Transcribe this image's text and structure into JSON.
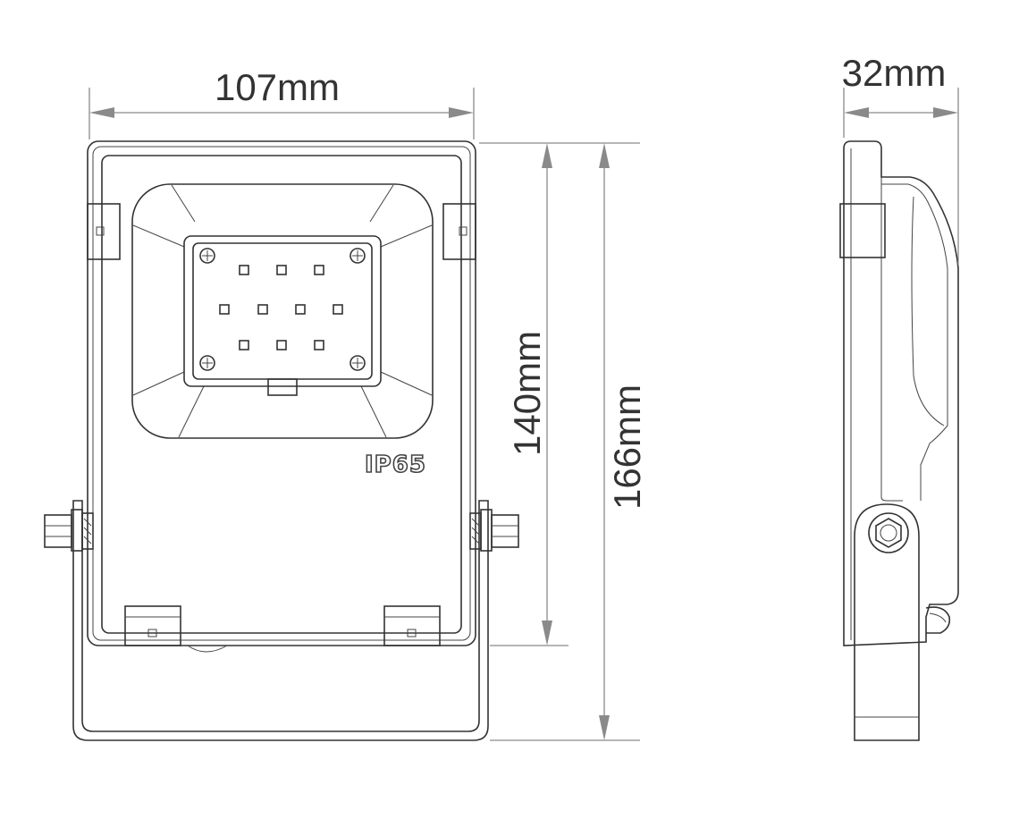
{
  "dimensions": {
    "front_width": "107mm",
    "front_body_height": "140mm",
    "front_total_height": "166mm",
    "side_depth": "32mm"
  },
  "marking": {
    "ip_rating": "IP65"
  },
  "colors": {
    "outline": "#333333",
    "dimension_line": "#8a8a8a",
    "background": "#ffffff"
  }
}
